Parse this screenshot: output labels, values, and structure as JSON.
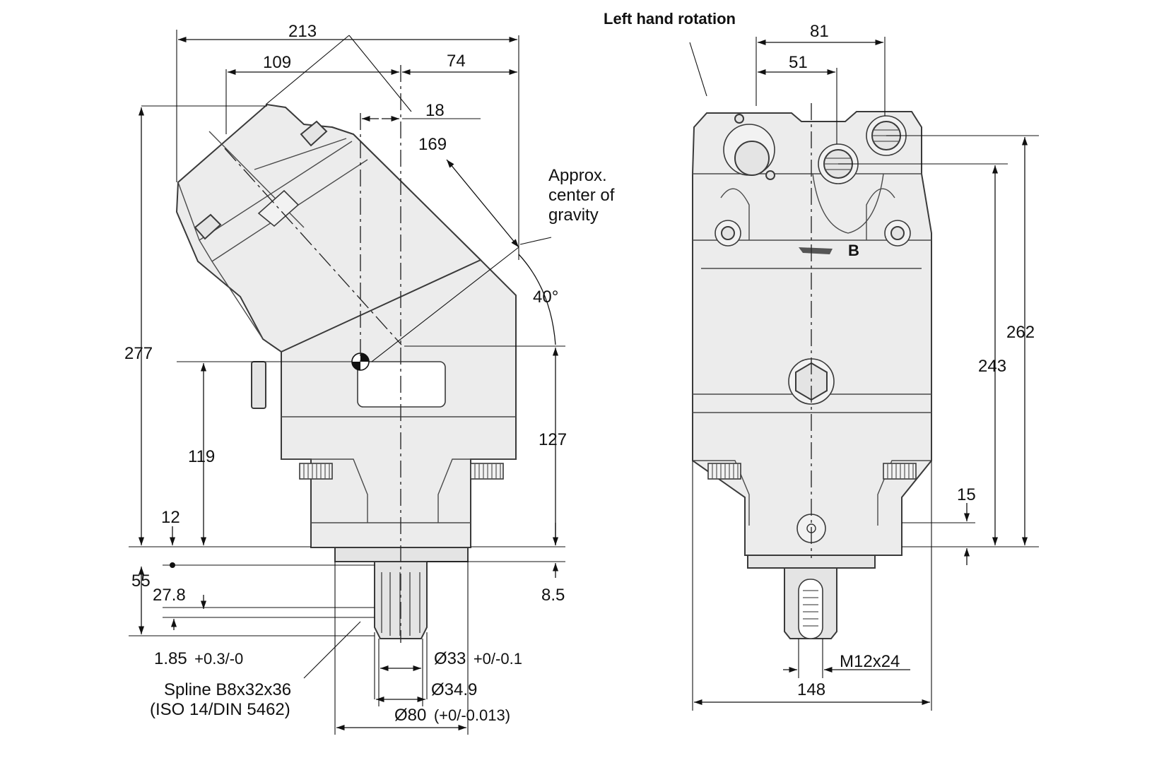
{
  "side_view": {
    "dim_overall_width": "213",
    "dim_top_left": "109",
    "dim_top_right": "74",
    "dim_offset": "18",
    "dim_diagonal": "169",
    "dim_height_overall": "277",
    "dim_cog_height": "119",
    "dim_flange_offset": "12",
    "dim_angle_height": "127",
    "dim_angle": "40°",
    "dim_shaft_length": "55",
    "dim_shaft_step": "27.8",
    "dim_shaft_shoulder": "8.5",
    "dim_groove": "1.85",
    "dim_groove_tol": "+0.3/-0",
    "dim_shaft_dia": "Ø33",
    "dim_shaft_dia_tol": "+0/-0.1",
    "dim_spline_dia": "Ø34.9",
    "dim_pilot_dia": "Ø80",
    "dim_pilot_dia_tol": "(+0/-0.013)",
    "cog_label_line1": "Approx.",
    "cog_label_line2": "center of",
    "cog_label_line3": "gravity",
    "spline_label_line1": "Spline B8x32x36",
    "spline_label_line2": "(ISO 14/DIN 5462)"
  },
  "front_view": {
    "title": "Left hand rotation",
    "port_marking": "B",
    "dim_port_spacing_outer": "81",
    "dim_port_spacing_inner": "51",
    "dim_port_height_a": "262",
    "dim_port_height_b": "243",
    "dim_base_offset": "15",
    "dim_thread": "M12x24",
    "dim_body_width": "148"
  }
}
